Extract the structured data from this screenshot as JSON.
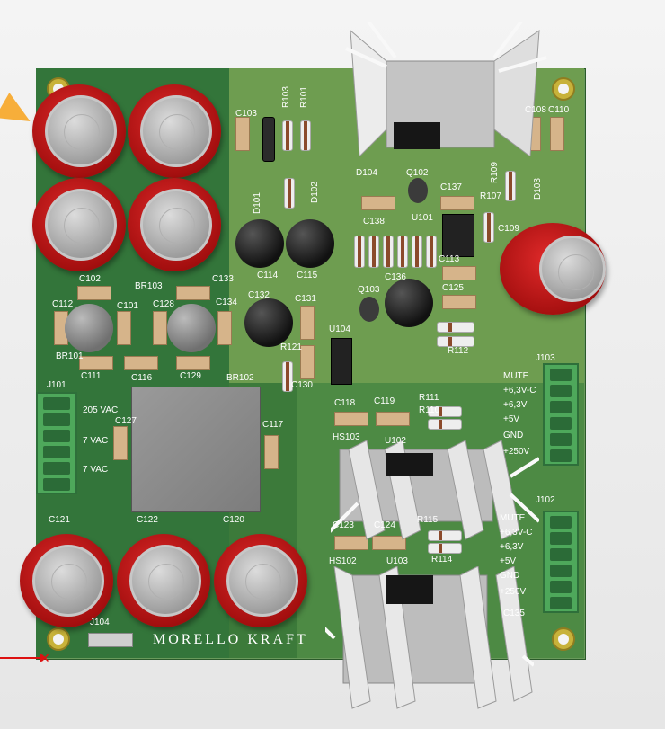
{
  "board": {
    "footer_text": "MORELLO  KRAFT",
    "colors": {
      "board_green": "#3c7a3a",
      "silk": "#ffffff",
      "axis_marker": "#dd1111"
    }
  },
  "labels": {
    "c103": "C103",
    "r103": "R103",
    "r101": "R101",
    "c108": "C108",
    "c110": "C110",
    "d104": "D104",
    "q102": "Q102",
    "c137": "C137",
    "r109": "R109",
    "r107": "R107",
    "d103": "D103",
    "d101": "D101",
    "d102": "D102",
    "c138": "C138",
    "u101": "U101",
    "c109": "C109",
    "c114": "C114",
    "c115": "C115",
    "c136": "C136",
    "c113": "C113",
    "q103": "Q103",
    "c125": "C125",
    "c102": "C102",
    "br103": "BR103",
    "c133": "C133",
    "c112": "C112",
    "c101": "C101",
    "c128": "C128",
    "c134": "C134",
    "c132": "C132",
    "c131": "C131",
    "r112": "R112",
    "br101": "BR101",
    "c111": "C111",
    "c116": "C116",
    "c129": "C129",
    "br102": "BR102",
    "r121": "R121",
    "u104": "U104",
    "j101": "J101",
    "c130": "C130",
    "c118": "C118",
    "c119": "C119",
    "r111": "R111",
    "r110": "R110",
    "j103": "J103",
    "c127": "C127",
    "c117": "C117",
    "hs103": "HS103",
    "u102": "U102",
    "c121": "C121",
    "c122": "C122",
    "c120": "C120",
    "r115": "R115",
    "r114": "R114",
    "j102": "J102",
    "hs102": "HS102",
    "u103": "U103",
    "c135": "C135",
    "j104": "J104",
    "c123": "C123",
    "c124": "C124"
  },
  "j101_pins": [
    "205 VAC",
    "7 VAC",
    "7 VAC"
  ],
  "j103_pins": [
    "MUTE",
    "+6,3V-C",
    "+6,3V",
    "+5V",
    "GND",
    "+250V"
  ],
  "j102_pins": [
    "MUTE",
    "+6,3V-C",
    "+6,3V",
    "+5V",
    "GND",
    "+250V"
  ]
}
